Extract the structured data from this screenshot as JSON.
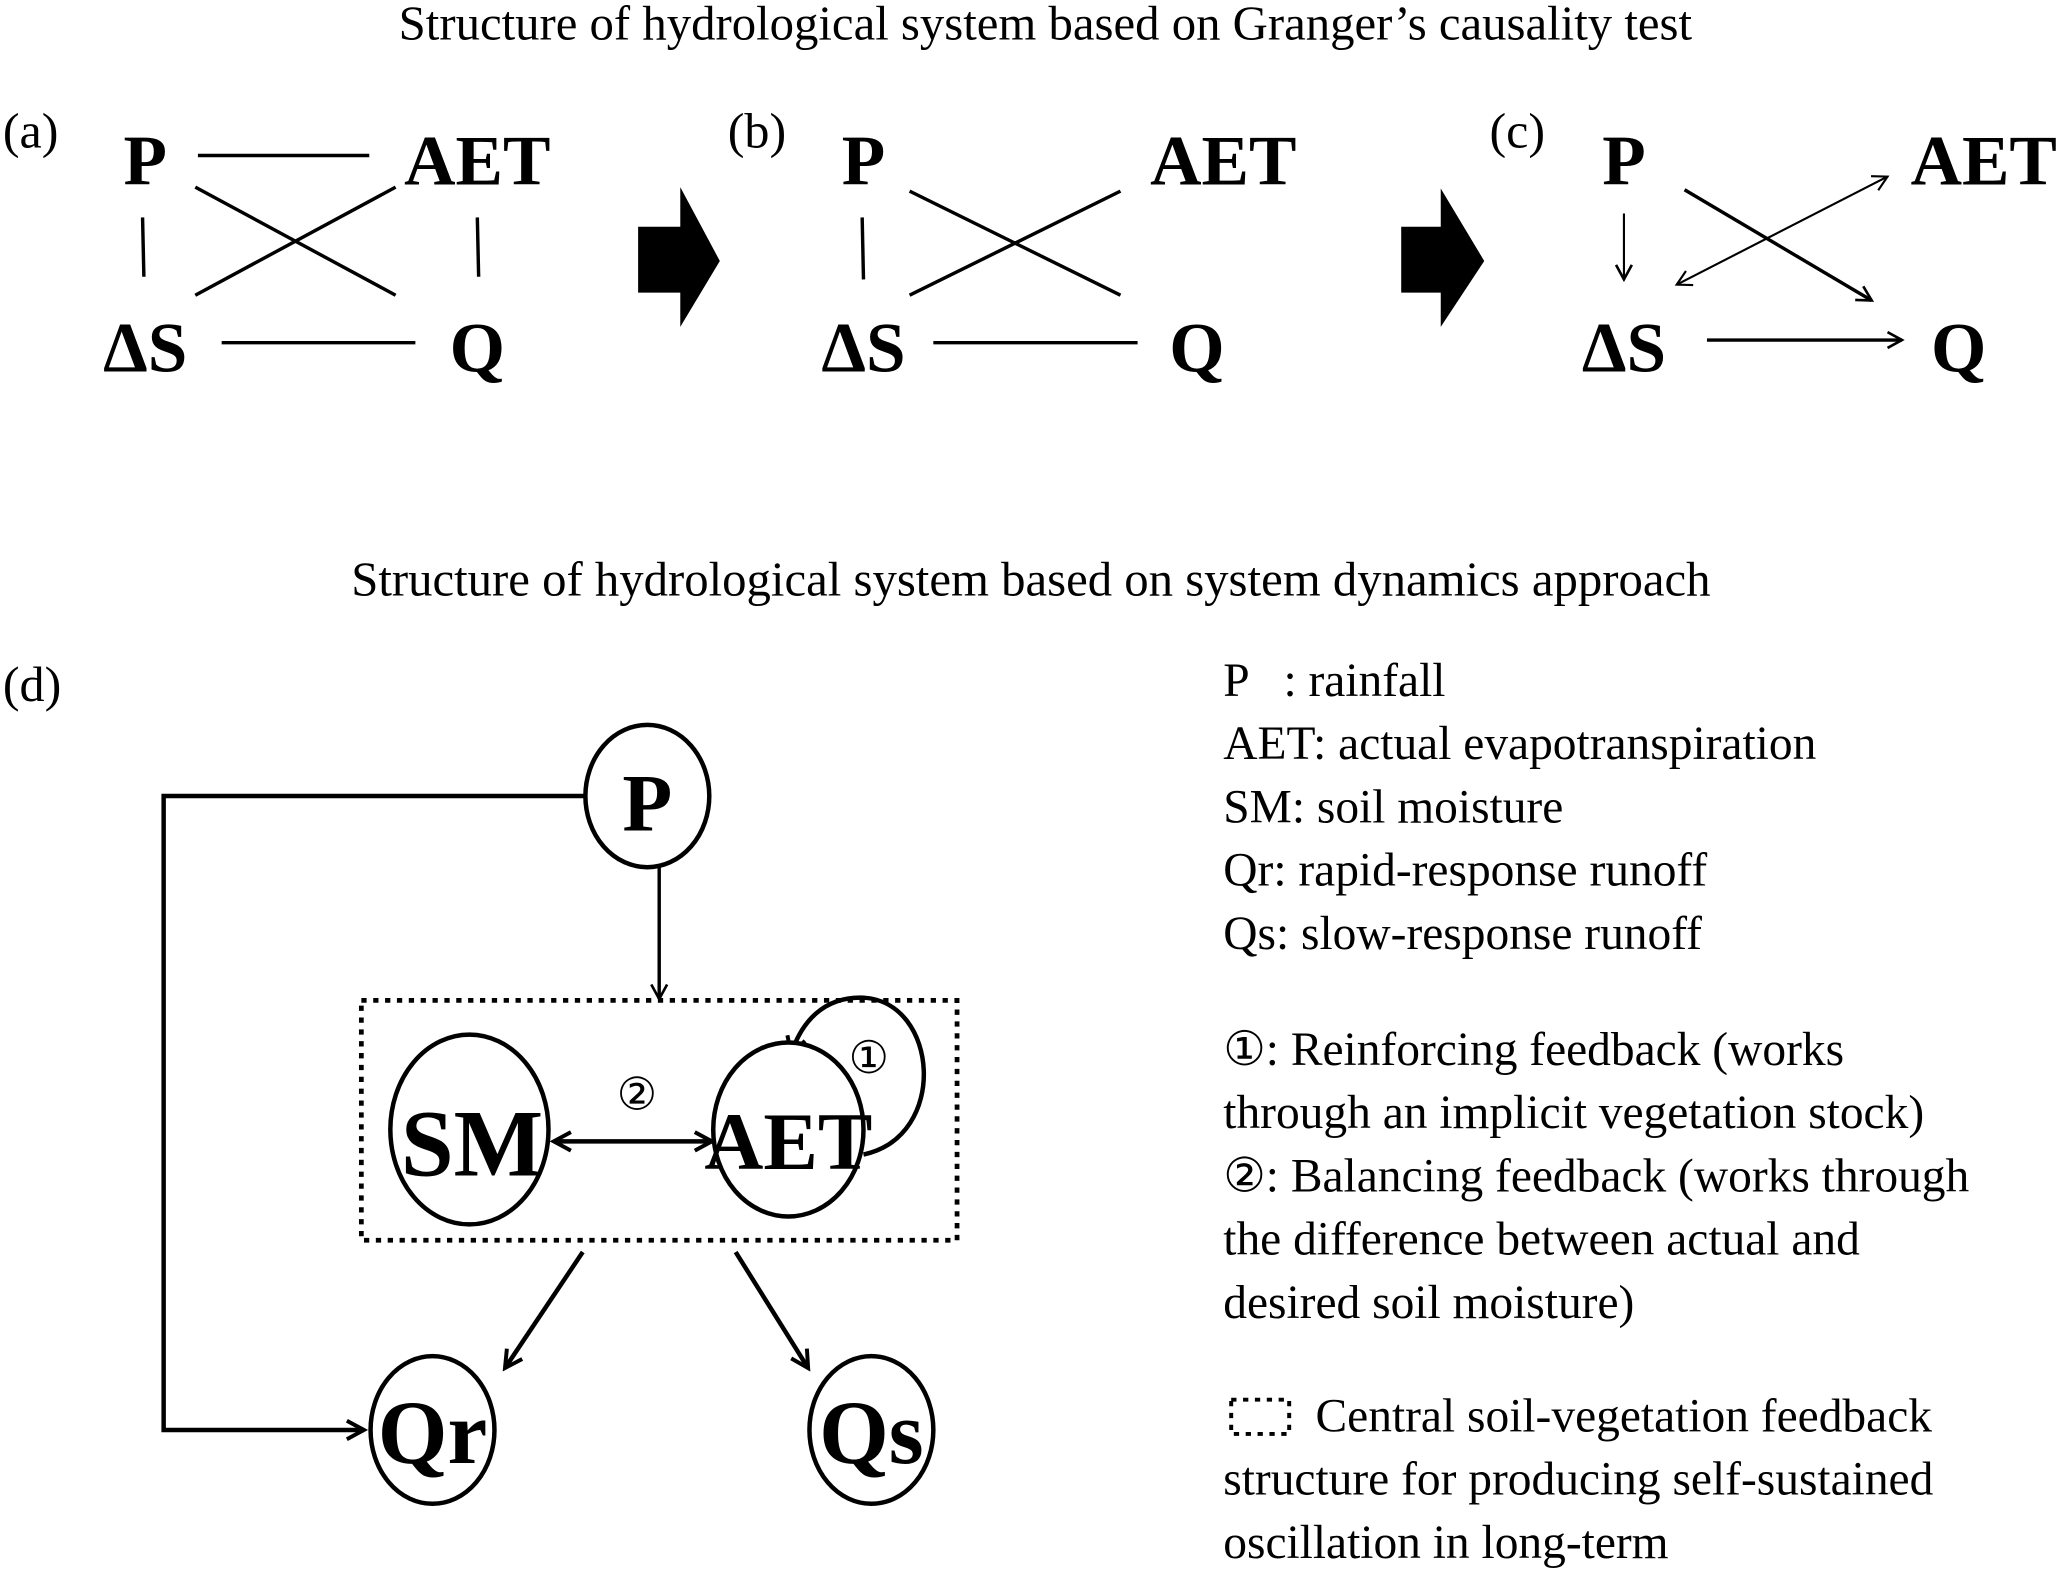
{
  "titles": {
    "granger": "Structure of hydrological system based on Granger’s causality test",
    "sd": "Structure of hydrological system based on system dynamics approach"
  },
  "panels": {
    "a": {
      "label": "(a)",
      "nodes": {
        "p": "P",
        "aet": "AET",
        "ds": "ΔS",
        "q": "Q"
      },
      "links": [
        [
          "P",
          "AET",
          "undirected"
        ],
        [
          "P",
          "ΔS",
          "undirected"
        ],
        [
          "AET",
          "Q",
          "undirected"
        ],
        [
          "P",
          "Q",
          "undirected"
        ],
        [
          "ΔS",
          "AET",
          "undirected"
        ],
        [
          "ΔS",
          "Q",
          "undirected"
        ]
      ]
    },
    "b": {
      "label": "(b)",
      "nodes": {
        "p": "P",
        "aet": "AET",
        "ds": "ΔS",
        "q": "Q"
      },
      "links": [
        [
          "P",
          "ΔS",
          "undirected"
        ],
        [
          "P",
          "Q",
          "undirected"
        ],
        [
          "ΔS",
          "AET",
          "undirected"
        ],
        [
          "ΔS",
          "Q",
          "undirected"
        ]
      ]
    },
    "c": {
      "label": "(c)",
      "nodes": {
        "p": "P",
        "aet": "AET",
        "ds": "ΔS",
        "q": "Q"
      },
      "links": [
        [
          "P",
          "ΔS",
          "directed"
        ],
        [
          "P",
          "Q",
          "directed"
        ],
        [
          "ΔS",
          "AET",
          "bidirectional"
        ],
        [
          "ΔS",
          "Q",
          "directed"
        ]
      ]
    },
    "d": {
      "label": "(d)",
      "nodes": {
        "p": "P",
        "sm": "SM",
        "aet": "AET",
        "qr": "Qr",
        "qs": "Qs"
      },
      "markers": {
        "reinforcing": "①",
        "balancing": "②"
      },
      "links": [
        [
          "P",
          "Qr",
          "directed"
        ],
        [
          "P",
          "SM-AET box",
          "directed"
        ],
        [
          "SM",
          "AET",
          "bidirectional"
        ],
        [
          "AET",
          "AET",
          "self-loop"
        ],
        [
          "SM-AET box",
          "Qr",
          "directed"
        ],
        [
          "SM-AET box",
          "Qs",
          "directed"
        ]
      ]
    }
  },
  "legend": {
    "abbreviations": [
      "P   : rainfall",
      "AET: actual evapotranspiration",
      "SM: soil moisture",
      "Qr: rapid-response runoff",
      "Qs: slow-response runoff"
    ],
    "feedback": [
      "①: Reinforcing feedback (works",
      "through an implicit vegetation stock)",
      "②: Balancing feedback (works through",
      "the difference between actual and",
      "desired soil moisture)"
    ],
    "box": [
      "Central soil-vegetation feedback",
      "structure for producing self-sustained",
      "oscillation in long-term"
    ]
  }
}
